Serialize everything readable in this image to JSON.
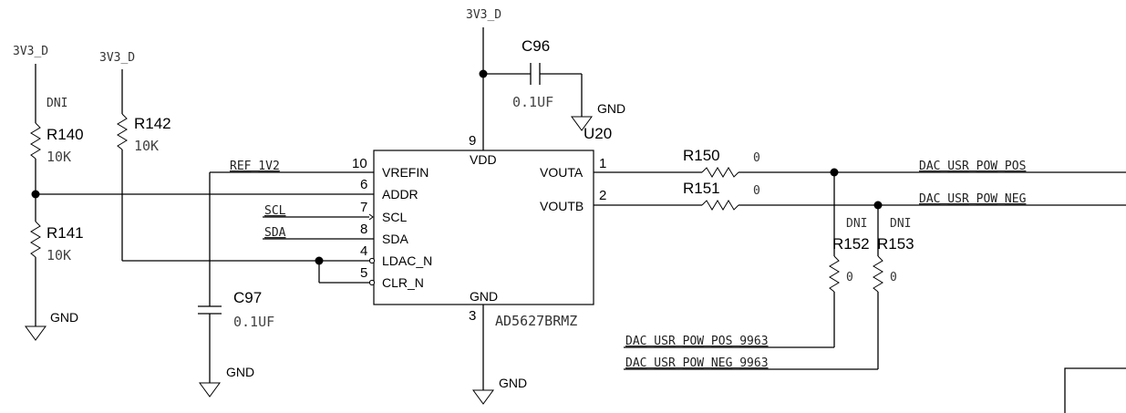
{
  "power": {
    "left1": "3V3_D",
    "left2": "3V3_D",
    "top": "3V3_D"
  },
  "gnd_label": "GND",
  "nets": {
    "ref": "REF_1V2",
    "scl": "SCL",
    "sda": "SDA",
    "out_pos": "DAC_USR_POW_POS",
    "out_neg": "DAC_USR_POW_NEG",
    "out_pos_9963": "DAC_USR_POW_POS_9963",
    "out_neg_9963": "DAC_USR_POW_NEG_9963"
  },
  "components": {
    "r140": {
      "ref": "R140",
      "value": "10K",
      "note": "DNI"
    },
    "r141": {
      "ref": "R141",
      "value": "10K"
    },
    "r142": {
      "ref": "R142",
      "value": "10K"
    },
    "c97": {
      "ref": "C97",
      "value": "0.1UF"
    },
    "c96": {
      "ref": "C96",
      "value": "0.1UF"
    },
    "r150": {
      "ref": "R150",
      "value": "0"
    },
    "r151": {
      "ref": "R151",
      "value": "0"
    },
    "r152": {
      "ref": "R152",
      "value": "0",
      "note": "DNI"
    },
    "r153": {
      "ref": "R153",
      "value": "0",
      "note": "DNI"
    }
  },
  "ic": {
    "ref": "U20",
    "part": "AD5627BRMZ",
    "pins": {
      "vrefin": {
        "num": "10",
        "name": "VREFIN"
      },
      "addr": {
        "num": "6",
        "name": "ADDR"
      },
      "scl": {
        "num": "7",
        "name": "SCL"
      },
      "sda": {
        "num": "8",
        "name": "SDA"
      },
      "ldac": {
        "num": "4",
        "name": "LDAC_N"
      },
      "clr": {
        "num": "5",
        "name": "CLR_N"
      },
      "vdd": {
        "num": "9",
        "name": "VDD"
      },
      "gnd": {
        "num": "3",
        "name": "GND"
      },
      "vouta": {
        "num": "1",
        "name": "VOUTA"
      },
      "voutb": {
        "num": "2",
        "name": "VOUTB"
      }
    }
  }
}
